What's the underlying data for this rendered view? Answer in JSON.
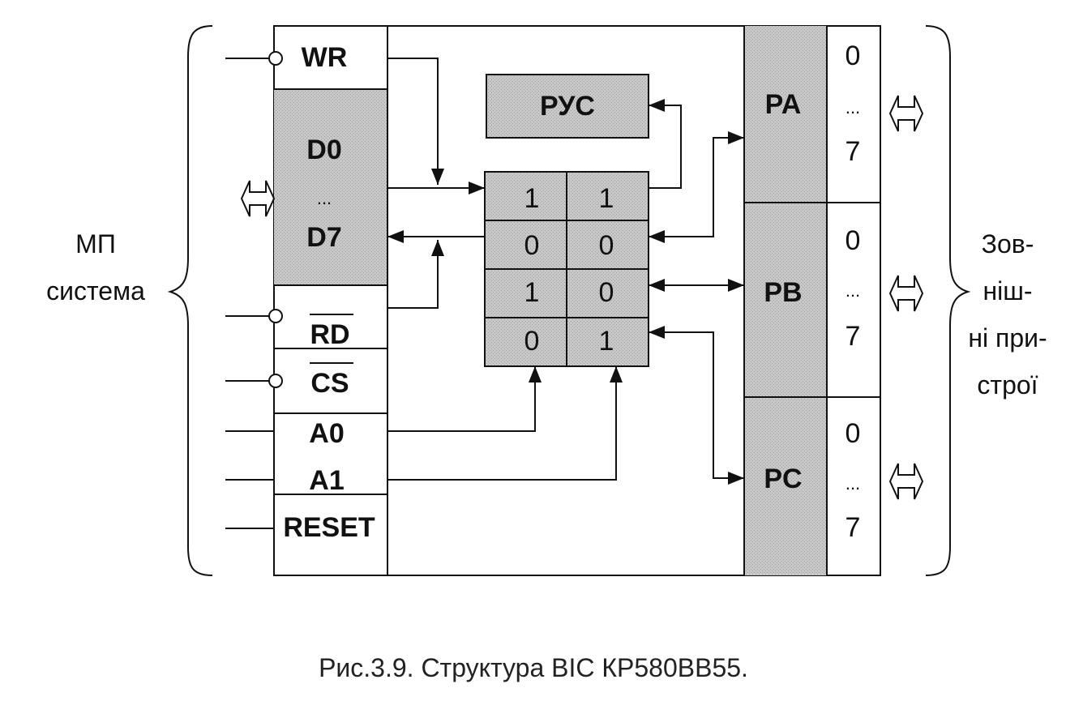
{
  "colors": {
    "shade": "#c8c8c8",
    "line": "#111111",
    "background": "#ffffff"
  },
  "left": {
    "group_line1": "МП",
    "group_line2": "система"
  },
  "right": {
    "line1": "Зов-",
    "line2": "ніш-",
    "line3": "ні при-",
    "line4": "строї"
  },
  "pins": {
    "wr": "WR",
    "d0": "D0",
    "d_dots": "...",
    "d7": "D7",
    "rd": "RD",
    "cs": "CS",
    "a0": "A0",
    "a1": "A1",
    "reset": "RESET"
  },
  "control_register": "РУС",
  "select_table": [
    [
      "1",
      "1"
    ],
    [
      "0",
      "0"
    ],
    [
      "1",
      "0"
    ],
    [
      "0",
      "1"
    ]
  ],
  "ports": {
    "pa": "PA",
    "pb": "PB",
    "pc": "PC",
    "bit_first": "0",
    "bit_dots": "...",
    "bit_last": "7"
  },
  "caption": "Рис.3.9. Структура ВІС КР580ВВ55.",
  "icons": [
    "bidirectional-bus-arrow-icon",
    "arrowhead-icon",
    "inversion-circle-icon"
  ]
}
